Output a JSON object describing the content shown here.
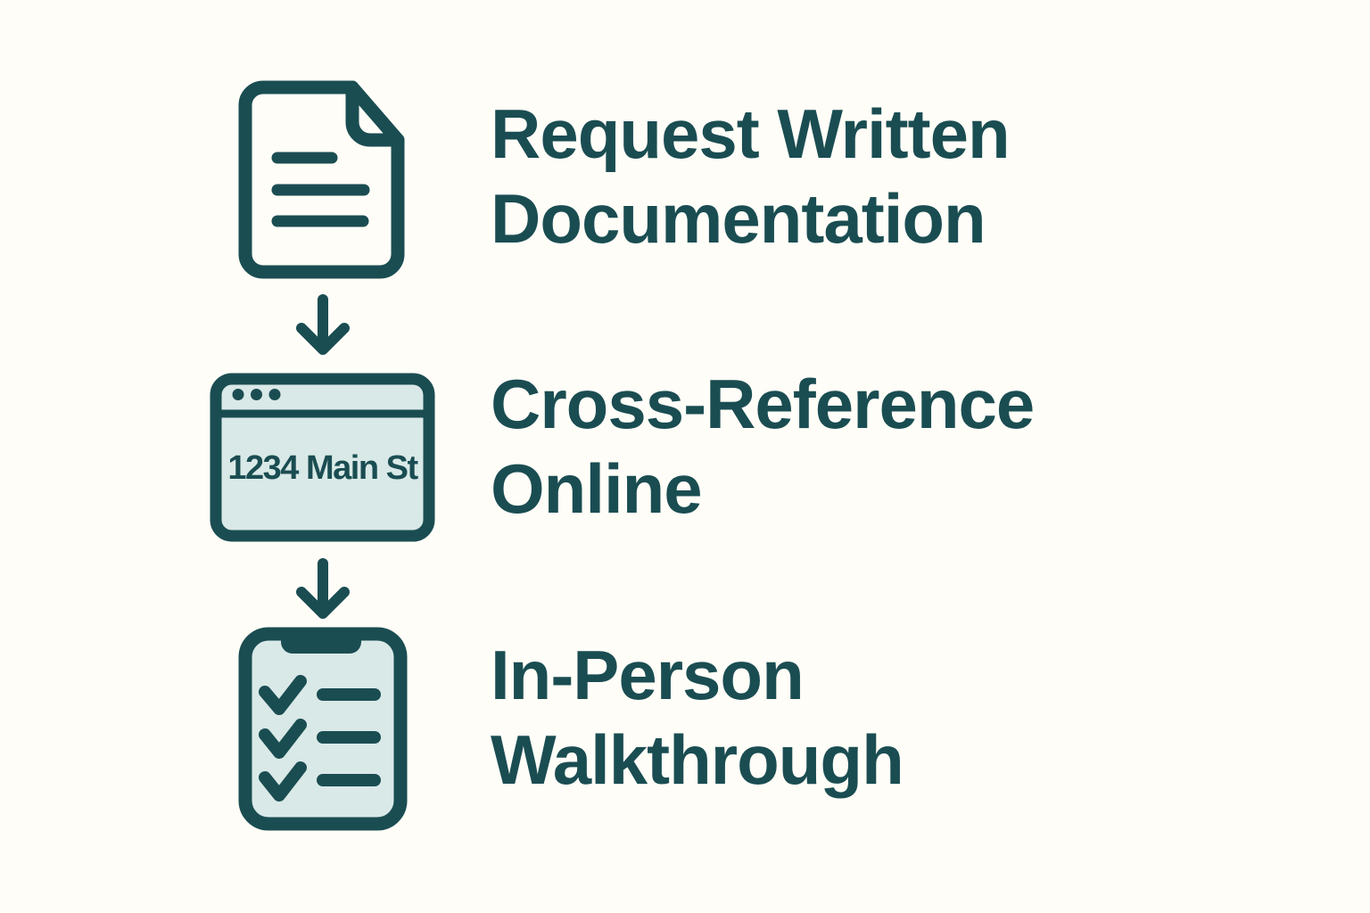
{
  "palette": {
    "background": "#fffdf7",
    "ink": "#1a4d52",
    "panel_fill": "#d9e9e7"
  },
  "flow": {
    "direction": "vertical",
    "steps": [
      {
        "id": "request-written-documentation",
        "icon": "document-icon",
        "title": "Request Written\nDocumentation"
      },
      {
        "id": "cross-reference-online",
        "icon": "browser-icon",
        "title": "Cross-Reference\nOnline",
        "browser": {
          "address_text": "1234 Main St"
        }
      },
      {
        "id": "in-person-walkthrough",
        "icon": "clipboard-icon",
        "title": "In-Person\nWalkthrough"
      }
    ],
    "connectors": [
      "arrow-down-icon",
      "arrow-down-icon"
    ]
  }
}
